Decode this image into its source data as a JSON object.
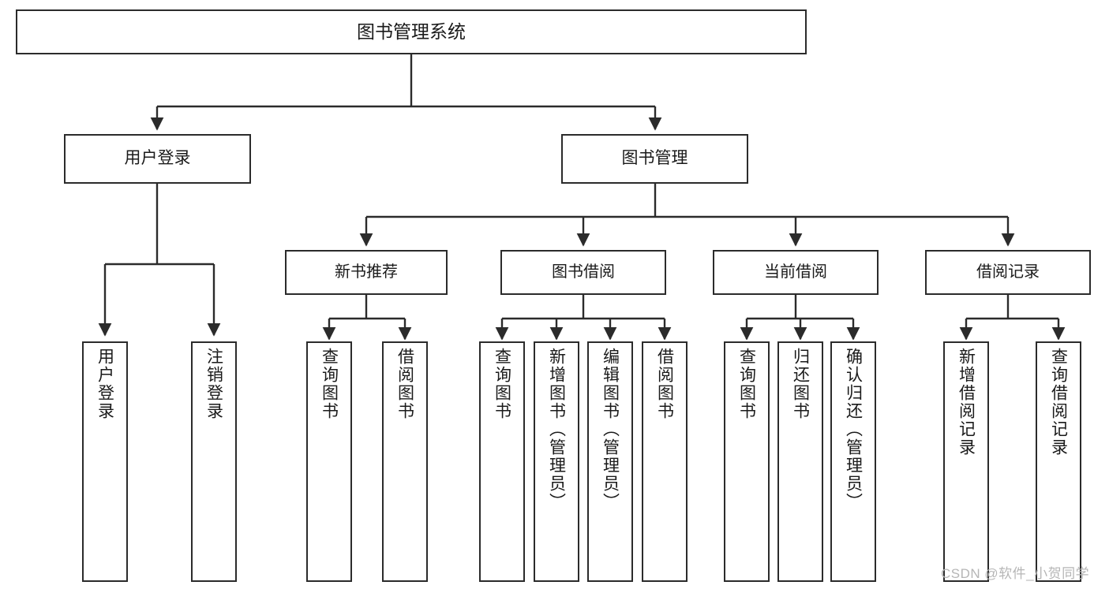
{
  "diagram": {
    "title": "图书管理系统",
    "type": "tree-hierarchy",
    "root": {
      "label": "图书管理系统"
    },
    "level1": [
      {
        "label": "用户登录"
      },
      {
        "label": "图书管理"
      }
    ],
    "level2": [
      {
        "label": "新书推荐"
      },
      {
        "label": "图书借阅"
      },
      {
        "label": "当前借阅"
      },
      {
        "label": "借阅记录"
      }
    ],
    "leaves": {
      "user_login": [
        {
          "label": "用户登录"
        },
        {
          "label": "注销登录"
        }
      ],
      "new_book_recommend": [
        {
          "label": "查询图书"
        },
        {
          "label": "借阅图书"
        }
      ],
      "book_borrow": [
        {
          "label": "查询图书"
        },
        {
          "label": "新增图书（管理员）"
        },
        {
          "label": "编辑图书（管理员）"
        },
        {
          "label": "借阅图书"
        }
      ],
      "current_borrow": [
        {
          "label": "查询图书"
        },
        {
          "label": "归还图书"
        },
        {
          "label": "确认归还（管理员）"
        }
      ],
      "borrow_record": [
        {
          "label": "新增借阅记录"
        },
        {
          "label": "查询借阅记录"
        }
      ]
    }
  },
  "watermark": {
    "text": "CSDN @软件_小贺同学"
  },
  "colors": {
    "border": "#2b2b2b",
    "background": "#ffffff",
    "text": "#1a1a1a",
    "watermark": "#b6b6b6"
  }
}
